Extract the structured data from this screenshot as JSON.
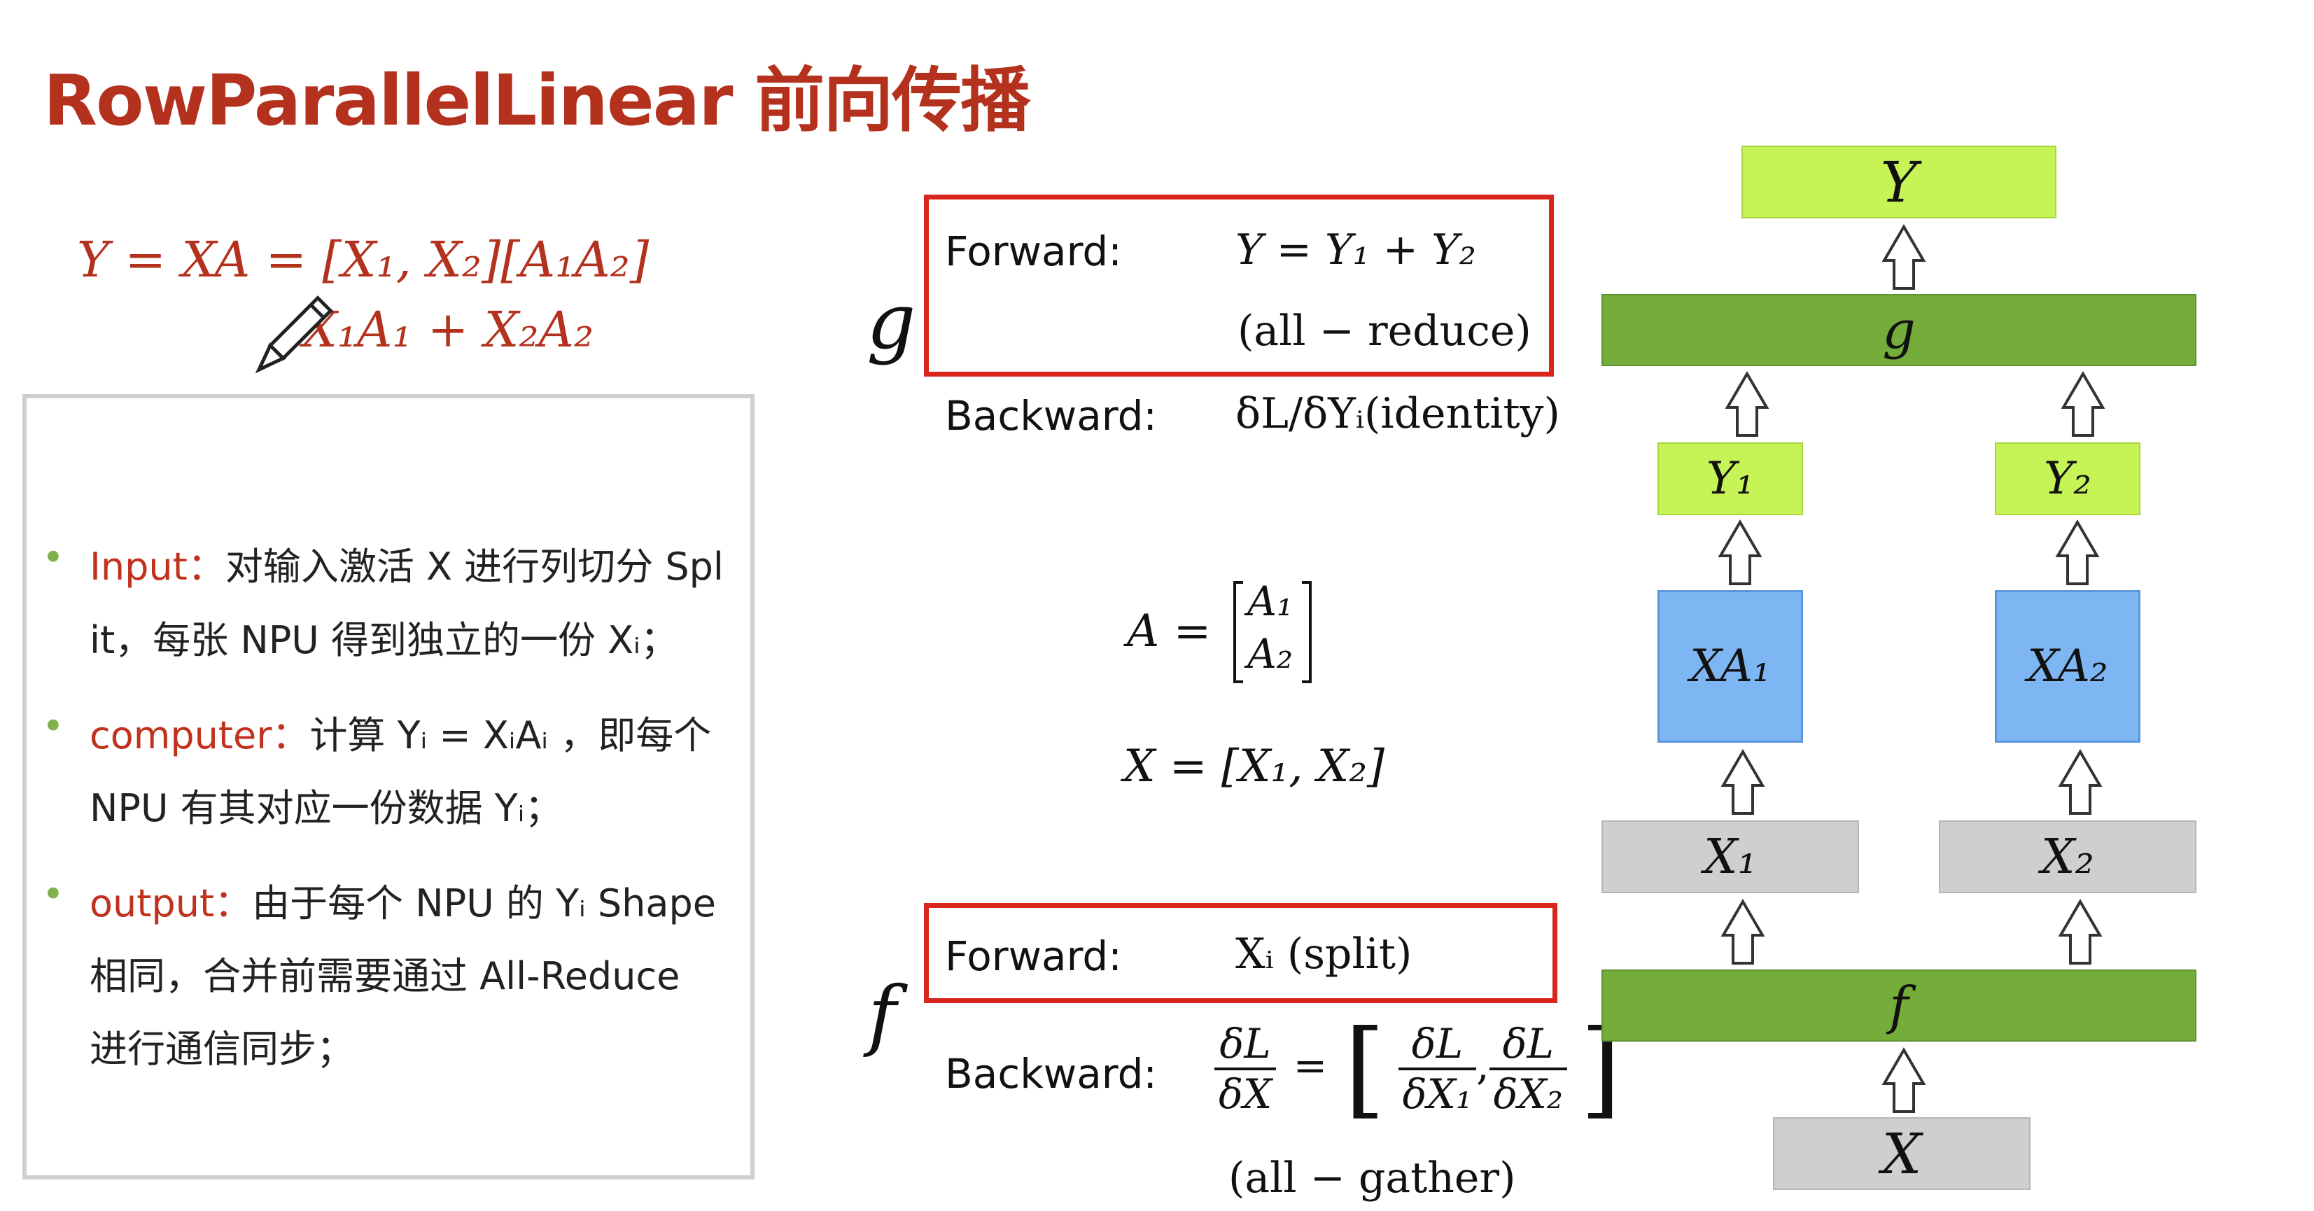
{
  "title": "RowParallelLinear 前向传播",
  "equation": {
    "line1": "Y = XA = [X₁, X₂][A₁A₂]",
    "line2": "X₁A₁ + X₂A₂"
  },
  "bullets": [
    {
      "label": "Input：",
      "line1": "对输入激活 X 进行列切分 Spl",
      "line2": "it，每张 NPU 得到独立的一份 Xᵢ；"
    },
    {
      "label": "computer：",
      "line1": "计算 Yᵢ = XᵢAᵢ ，即每个",
      "line2": "NPU 有其对应一份数据 Yᵢ；"
    },
    {
      "label": "output：",
      "line1": "由于每个 NPU 的 Yᵢ Shape",
      "line2": "相同，合并前需要通过 All-Reduce",
      "line3": "进行通信同步；"
    }
  ],
  "g_section": {
    "symbol": "g",
    "forward_label": "Forward:",
    "forward_eq": "Y = Y₁ + Y₂",
    "forward_note": "(all − reduce)",
    "backward_label": "Backward:",
    "backward_eq": "δL/δYᵢ(identity)"
  },
  "matrix": {
    "a_lhs": "A =",
    "a_top": "A₁",
    "a_bottom": "A₂",
    "x_eq": "X = [X₁, X₂]"
  },
  "f_section": {
    "symbol": "f",
    "forward_label": "Forward:",
    "forward_eq": "Xᵢ (split)",
    "backward_label": "Backward:",
    "frac_num": "δL",
    "frac_den": "δX",
    "frac1_num": "δL",
    "frac1_den": "δX₁",
    "frac2_num": "δL",
    "frac2_den": "δX₂",
    "backward_note": "(all − gather)"
  },
  "diagram": {
    "y": "Y",
    "g": "g",
    "y1": "Y₁",
    "y2": "Y₂",
    "xa1": "XA₁",
    "xa2": "XA₂",
    "x1": "X₁",
    "x2": "X₂",
    "f": "f",
    "x": "X",
    "colors": {
      "lime": "#c6f355",
      "green": "#74ad3a",
      "blue": "#7eb6f4",
      "gray": "#cfcfcf",
      "red": "#d9261c"
    }
  }
}
